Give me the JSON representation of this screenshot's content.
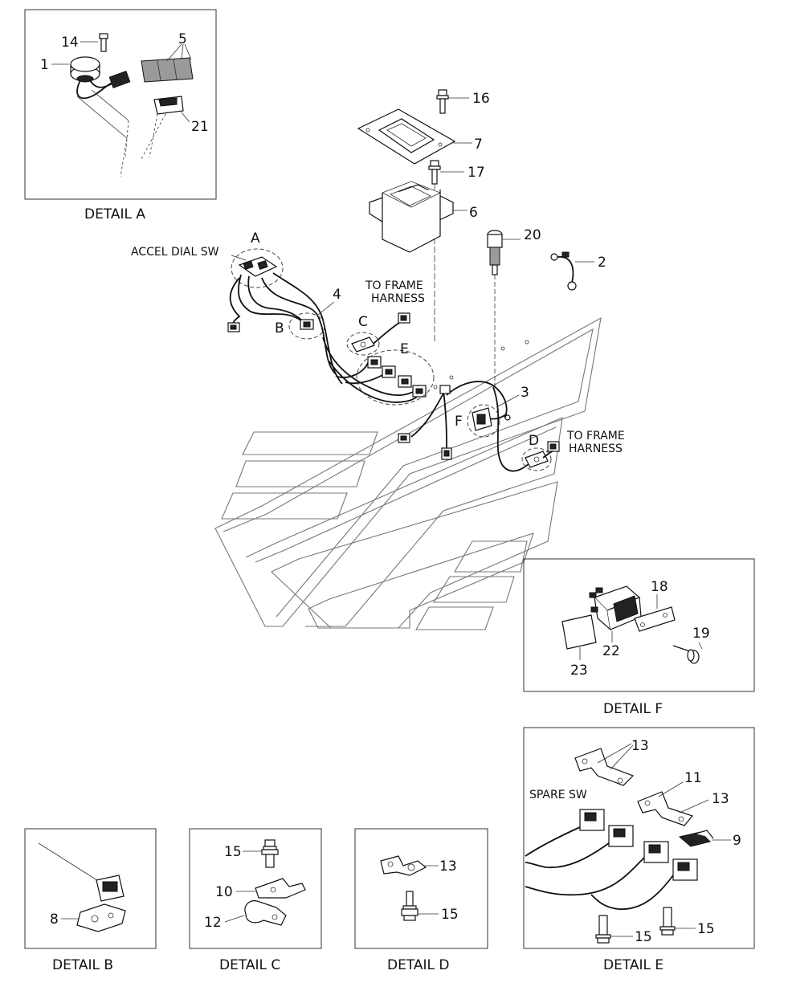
{
  "labels": {
    "detail_a": "DETAIL A",
    "detail_b": "DETAIL B",
    "detail_c": "DETAIL C",
    "detail_d": "DETAIL D",
    "detail_e": "DETAIL E",
    "detail_f": "DETAIL F",
    "accel_dial_sw": "ACCEL DIAL SW",
    "to_frame_harness_1": "TO FRAME",
    "to_frame_harness_2": "HARNESS",
    "spare_sw": "SPARE SW",
    "callout_a": "A",
    "callout_b": "B",
    "callout_c": "C",
    "callout_d": "D",
    "callout_e": "E",
    "callout_f": "F"
  },
  "parts": {
    "p1": "1",
    "p2": "2",
    "p3": "3",
    "p4": "4",
    "p5": "5",
    "p6": "6",
    "p7": "7",
    "p8": "8",
    "p9": "9",
    "p10": "10",
    "p11": "11",
    "p12": "12",
    "p13": "13",
    "p14": "14",
    "p15": "15",
    "p16": "16",
    "p17": "17",
    "p18": "18",
    "p19": "19",
    "p20": "20",
    "p21": "21",
    "p22": "22",
    "p23": "23"
  }
}
